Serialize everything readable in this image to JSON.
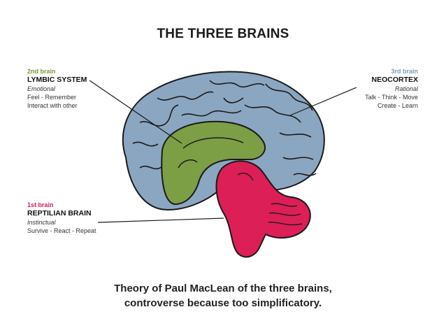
{
  "title": "THE THREE BRAINS",
  "labels": {
    "lymbic": {
      "tag": "2nd brain",
      "name": "LYMBIC SYSTEM",
      "mode": "Emotional",
      "line1": "Feel - Remember",
      "line2": "Interact with other",
      "color": "#7a9a3a"
    },
    "reptilian": {
      "tag": "1st brain",
      "name": "REPTILIAN BRAIN",
      "mode": "Instinctual",
      "line1": "Survive - React - Repeat",
      "color": "#d81b51"
    },
    "neocortex": {
      "tag": "3rd brain",
      "name": "NEOCORTEX",
      "mode": "Rational",
      "line1": "Talk - Think - Move",
      "line2": "Create - Learn",
      "color": "#7d9ab5"
    }
  },
  "colors": {
    "cortex": "#8ba6c1",
    "limbic": "#7c9f45",
    "reptilian": "#dc1f56",
    "outline": "#1a1a1a"
  },
  "caption": {
    "line1": "Theory of Paul MacLean of the three brains,",
    "line2": "controverse because too simplificatory."
  }
}
